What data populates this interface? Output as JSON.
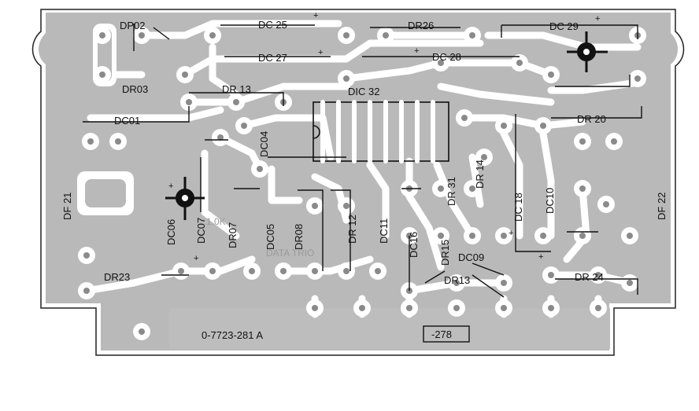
{
  "board": {
    "part_number": "0-7723-281 A",
    "revision_box": "-278",
    "faint_text": "DATA TRIO",
    "faint_text_small": "1.0K"
  },
  "components": [
    {
      "id": "dp02",
      "label": "DP02"
    },
    {
      "id": "dr03",
      "label": "DR03"
    },
    {
      "id": "dc01",
      "label": "DC01"
    },
    {
      "id": "df21",
      "label": "DF 21"
    },
    {
      "id": "dc25",
      "label": "DC 25"
    },
    {
      "id": "dc27",
      "label": "DC 27"
    },
    {
      "id": "dr13a",
      "label": "DR 13"
    },
    {
      "id": "dr26",
      "label": "DR26"
    },
    {
      "id": "dc28",
      "label": "DC 28"
    },
    {
      "id": "dic32",
      "label": "DIC 32"
    },
    {
      "id": "dc29",
      "label": "DC 29"
    },
    {
      "id": "dr20",
      "label": "DR 20"
    },
    {
      "id": "df22",
      "label": "DF 22"
    },
    {
      "id": "dc04",
      "label": "DC04"
    },
    {
      "id": "dc06",
      "label": "DC06"
    },
    {
      "id": "dc07",
      "label": "DC07"
    },
    {
      "id": "dr07",
      "label": "DR07"
    },
    {
      "id": "dc05",
      "label": "DC05"
    },
    {
      "id": "dr08",
      "label": "DR08"
    },
    {
      "id": "dr12",
      "label": "DR 12"
    },
    {
      "id": "dc11",
      "label": "DC11"
    },
    {
      "id": "dc16",
      "label": "DC16"
    },
    {
      "id": "dr15",
      "label": "DR15"
    },
    {
      "id": "dr31",
      "label": "DR 31"
    },
    {
      "id": "dr14",
      "label": "DR 14"
    },
    {
      "id": "dc18",
      "label": "DC 18"
    },
    {
      "id": "dc10",
      "label": "DC10"
    },
    {
      "id": "dc09",
      "label": "DC09"
    },
    {
      "id": "dr13b",
      "label": "DR13"
    },
    {
      "id": "dr24",
      "label": "DR 24"
    },
    {
      "id": "dr23",
      "label": "DR23"
    }
  ],
  "polarity_marks": [
    "+",
    "+",
    "+",
    "+",
    "+",
    "+",
    "+",
    "+"
  ]
}
